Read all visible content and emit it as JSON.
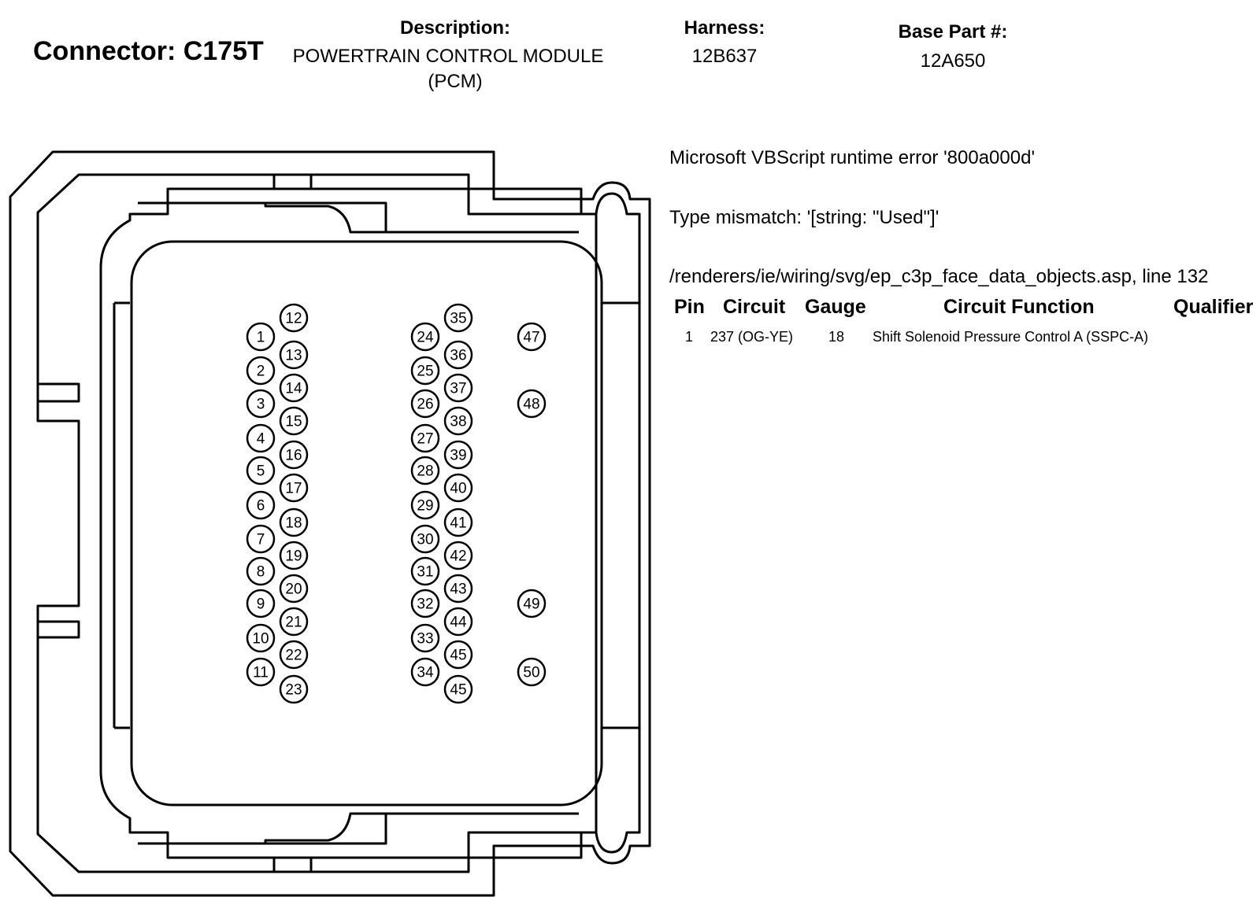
{
  "header": {
    "connector_title": "Connector: C175T",
    "description_label": "Description:",
    "description_line1": "POWERTRAIN CONTROL MODULE",
    "description_line2": "(PCM)",
    "harness_label": "Harness:",
    "harness_value": "12B637",
    "base_part_label": "Base Part #:",
    "base_part_value": "12A650"
  },
  "error": {
    "line1": "Microsoft VBScript runtime error '800a000d'",
    "line2": "Type mismatch: '[string: \"Used\"]'",
    "line3": "/renderers/ie/wiring/svg/ep_c3p_face_data_objects.asp, line 132"
  },
  "table": {
    "headers": {
      "pin": "Pin",
      "circuit": "Circuit",
      "gauge": "Gauge",
      "function": "Circuit Function",
      "qualifier": "Qualifier"
    },
    "rows": [
      {
        "pin": "1",
        "circuit": "237 (OG-YE)",
        "gauge": "18",
        "function": "Shift Solenoid Pressure Control A (SSPC-A)",
        "qualifier": ""
      }
    ]
  },
  "pins": [
    "1",
    "2",
    "3",
    "4",
    "5",
    "6",
    "7",
    "8",
    "9",
    "10",
    "11",
    "12",
    "13",
    "14",
    "15",
    "16",
    "17",
    "18",
    "19",
    "20",
    "21",
    "22",
    "23",
    "24",
    "25",
    "26",
    "27",
    "28",
    "29",
    "30",
    "31",
    "32",
    "33",
    "34",
    "35",
    "36",
    "37",
    "38",
    "39",
    "40",
    "41",
    "42",
    "43",
    "44",
    "45",
    "45",
    "47",
    "48",
    "49",
    "50"
  ]
}
